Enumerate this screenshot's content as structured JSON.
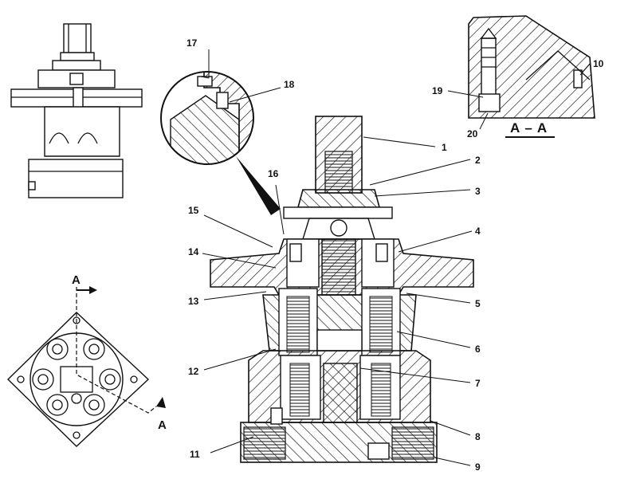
{
  "callouts": {
    "c1": "1",
    "c2": "2",
    "c3": "3",
    "c4": "4",
    "c5": "5",
    "c6": "6",
    "c7": "7",
    "c8": "8",
    "c9": "9",
    "c10": "10",
    "c11": "11",
    "c12": "12",
    "c13": "13",
    "c14": "14",
    "c15": "15",
    "c16": "16",
    "c17": "17",
    "c18": "18",
    "c19": "19",
    "c20": "20"
  },
  "section": {
    "title": "A – A",
    "marker_top": "A",
    "marker_bottom": "A"
  }
}
